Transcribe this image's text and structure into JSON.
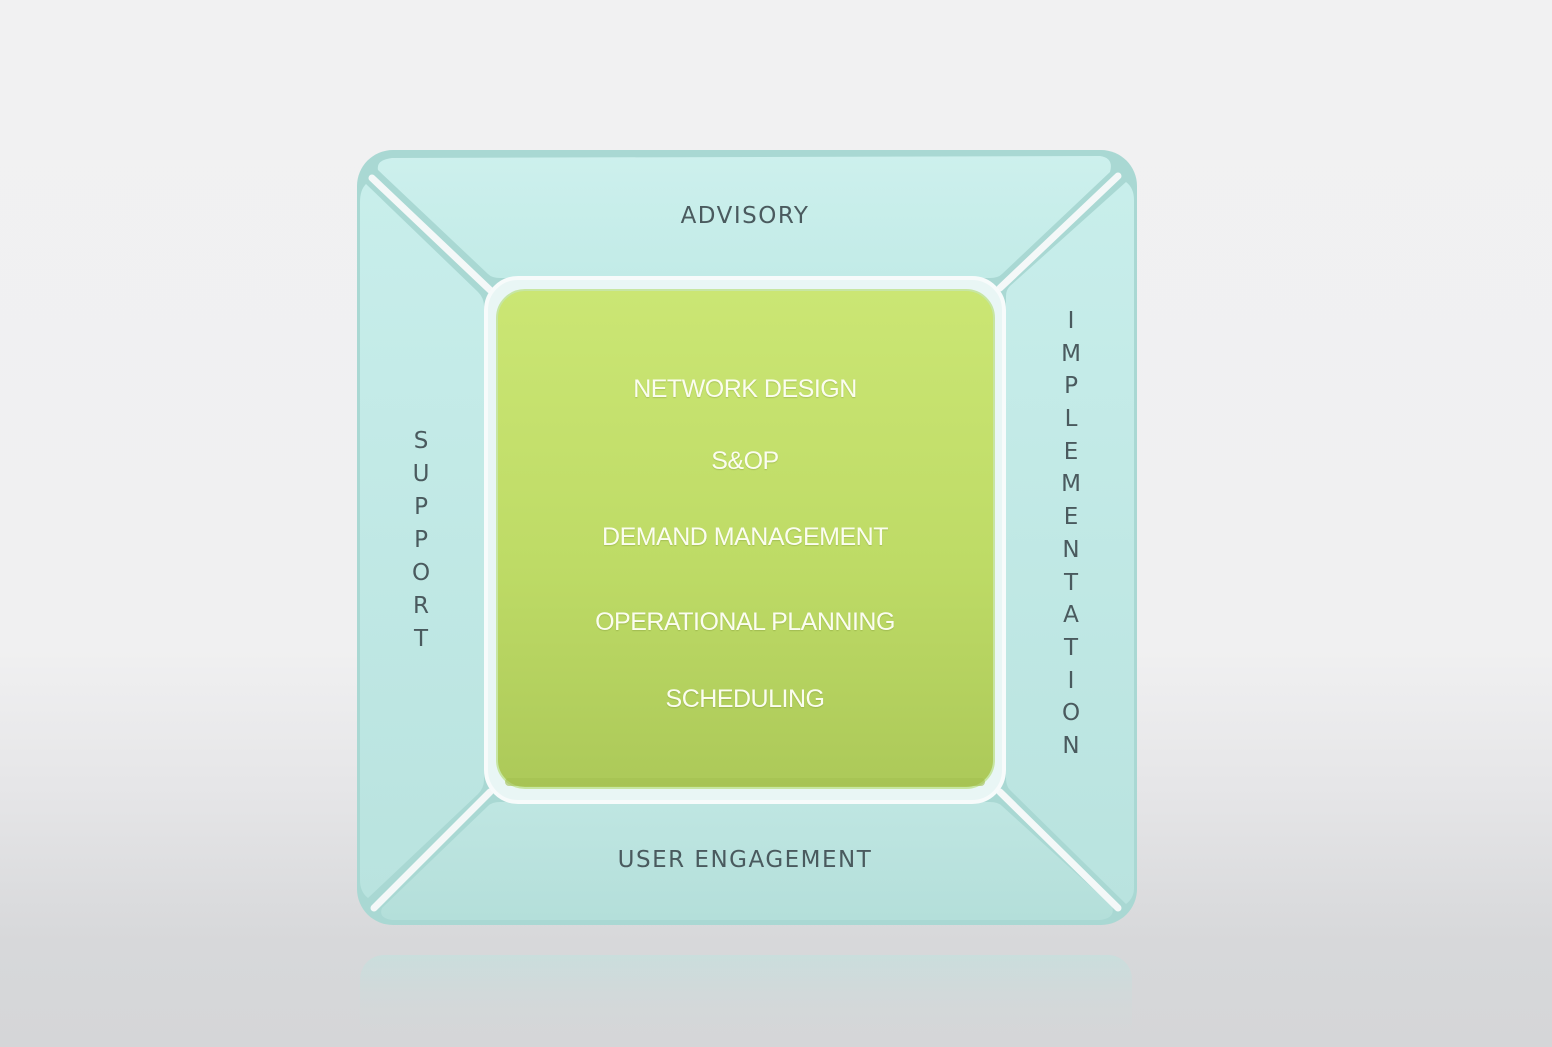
{
  "diagram": {
    "outer_sections": {
      "top": "ADVISORY",
      "right": "IMPLEMENTATION",
      "bottom": "USER ENGAGEMENT",
      "left": "SUPPORT"
    },
    "core_items": [
      "NETWORK DESIGN",
      "S&OP",
      "DEMAND MANAGEMENT",
      "OPERATIONAL PLANNING",
      "SCHEDULING"
    ]
  },
  "colors": {
    "outer_panel": "#c3ebe8",
    "core_top": "#c9e673",
    "core_bottom": "#aecc5a",
    "label_text": "#4a5a5e",
    "core_text": "#fbfdf0"
  }
}
